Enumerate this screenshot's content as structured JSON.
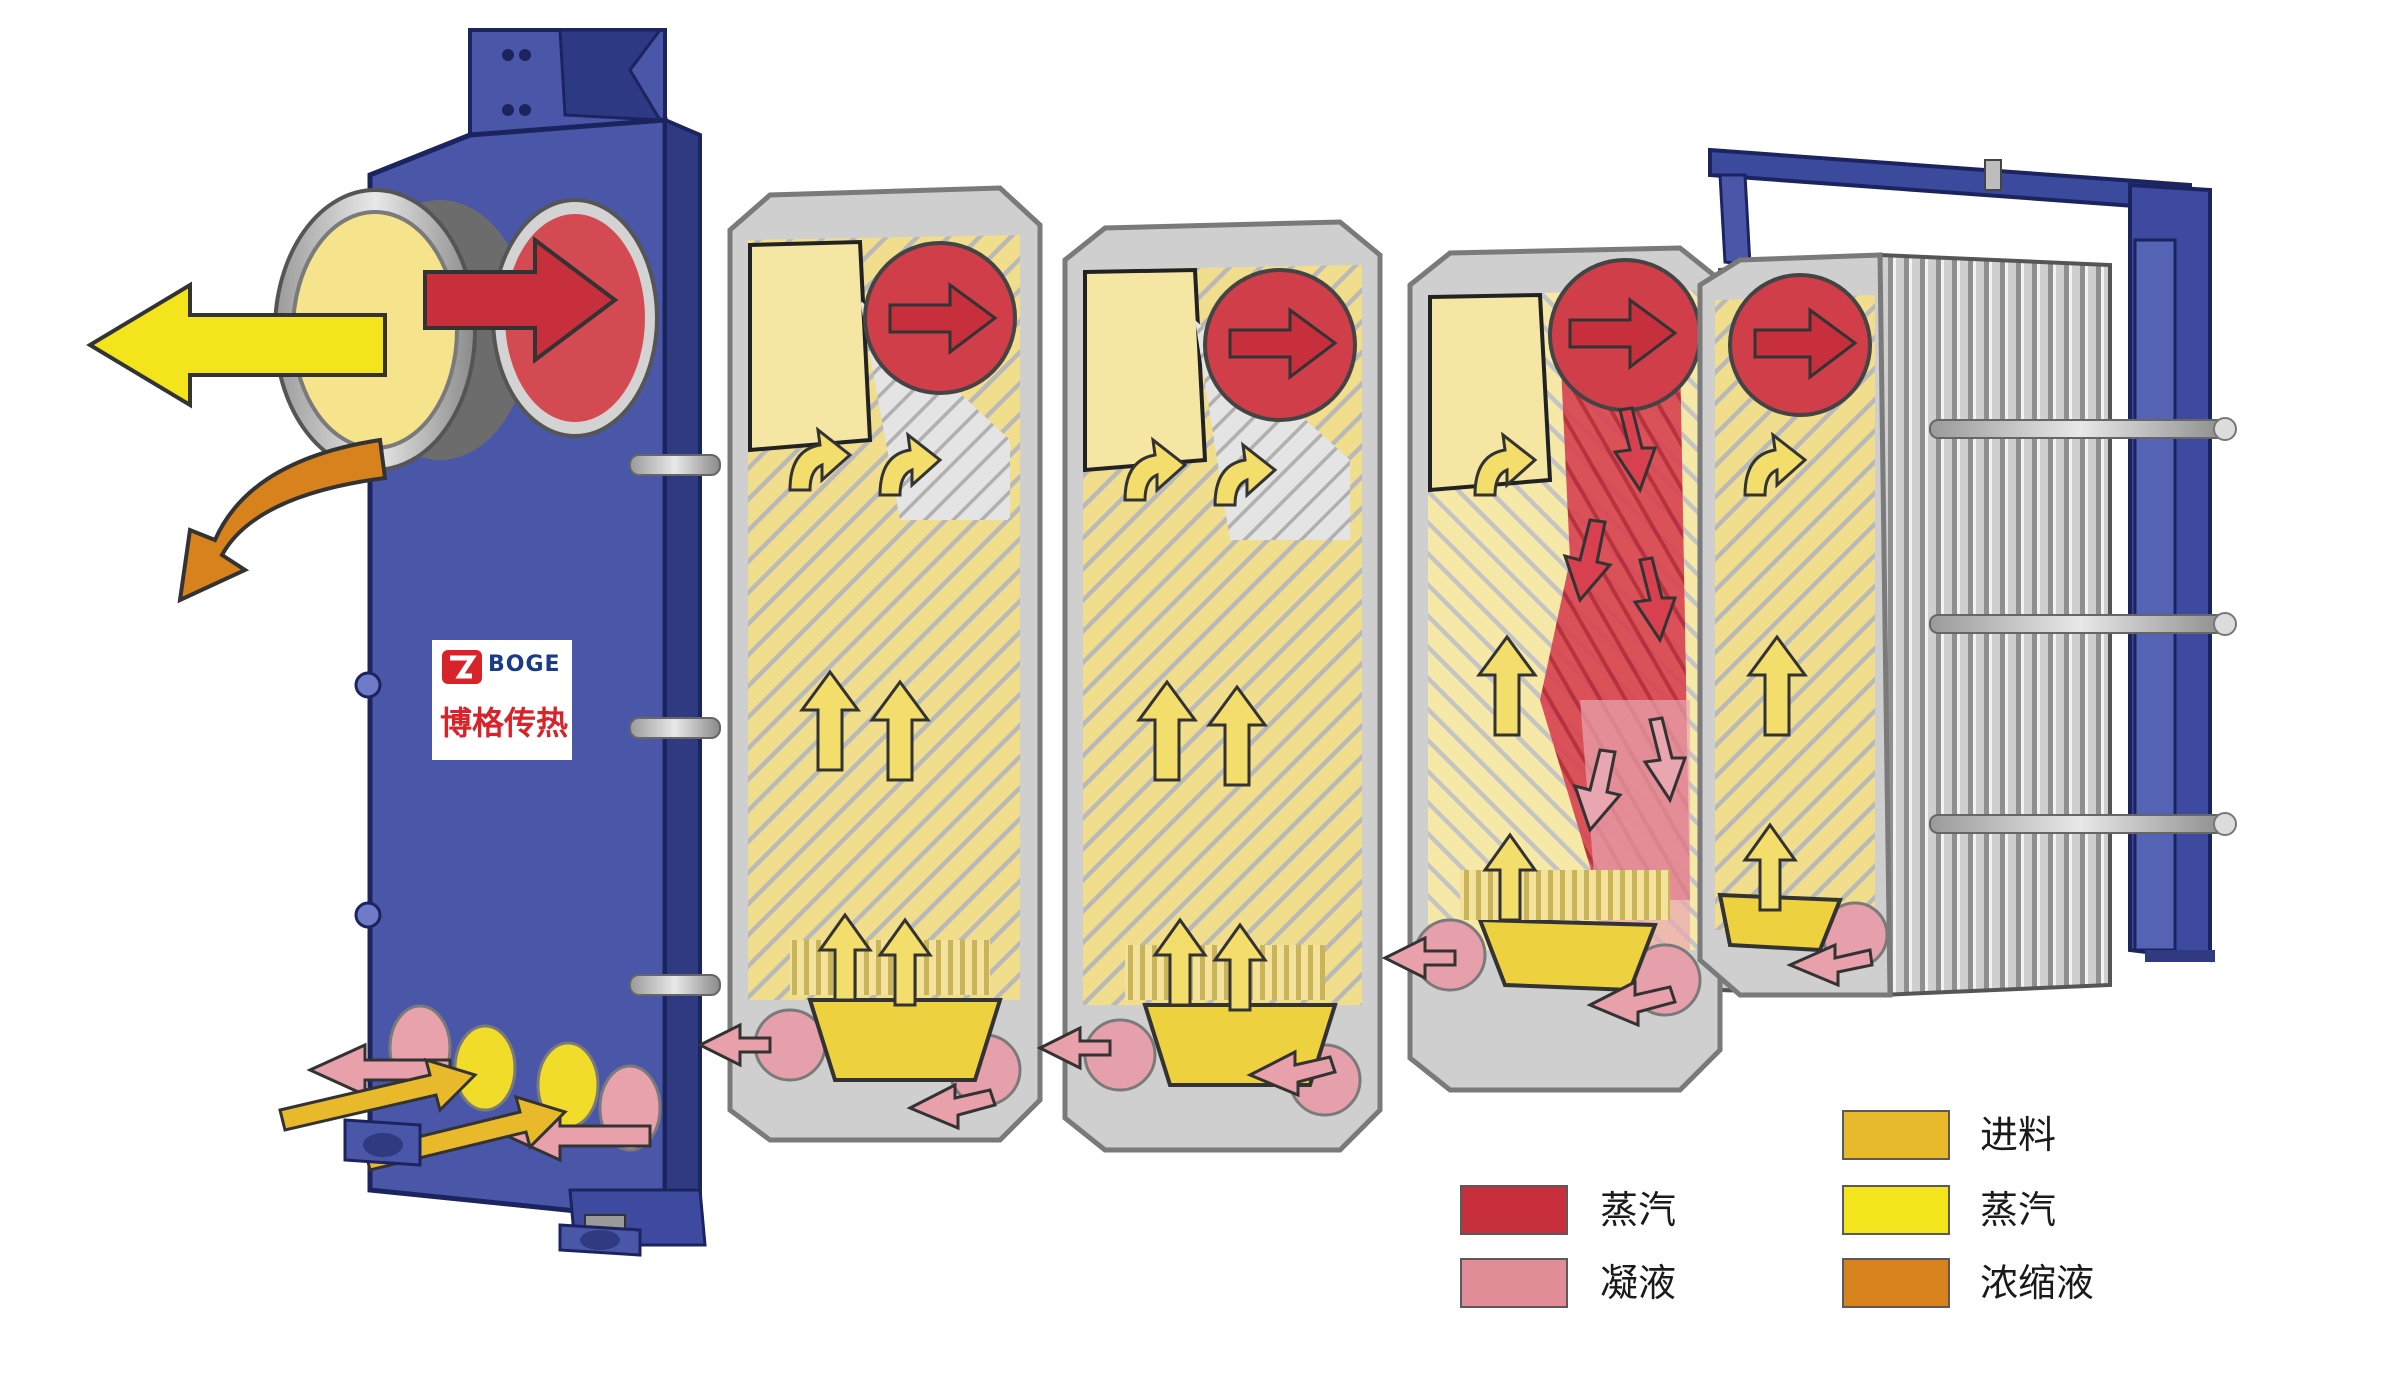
{
  "logo": {
    "brand": "BOGE",
    "chinese_name": "博格传热"
  },
  "legend": [
    {
      "label": "进料",
      "color": "#e8b92a"
    },
    {
      "label": "蒸汽",
      "color": "#c62f3b"
    },
    {
      "label": "蒸汽",
      "color": "#f3e41c"
    },
    {
      "label": "凝液",
      "color": "#e08d98"
    },
    {
      "label": "浓缩液",
      "color": "#d8821e"
    }
  ],
  "colors": {
    "frame": "#4a57a8",
    "frame_dark": "#2f3a80",
    "plate": "#c8c8c8",
    "plate_edge": "#8a8a8a",
    "feed": "#e8b92a",
    "steam": "#c62f3b",
    "vapor": "#f3e41c",
    "condensate": "#e08d98",
    "concentrate": "#d8821e",
    "pale_yellow": "#f5e6a3"
  },
  "icons": [
    "boge-logo-icon",
    "flow-arrow-icon"
  ]
}
